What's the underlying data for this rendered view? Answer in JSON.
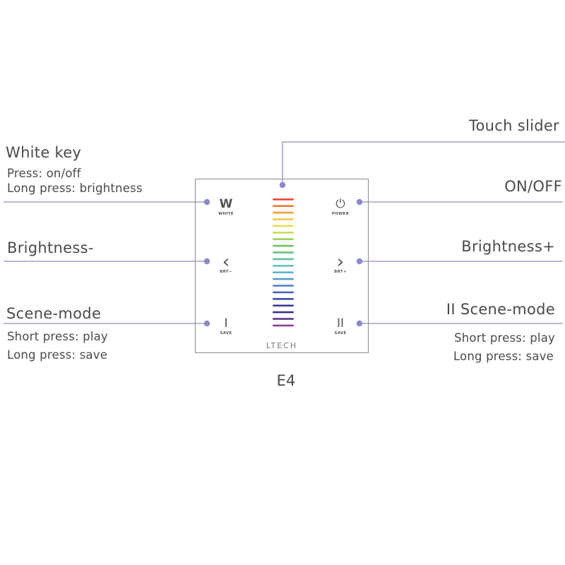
{
  "labels": {
    "touch_slider": "Touch slider",
    "white_key": "White key",
    "white_press": "Press: on/off",
    "white_long": "Long press: brightness",
    "on_off": "ON/OFF",
    "brightness_minus": "Brightness-",
    "brightness_plus": "Brightness+",
    "scene_left": "Scene-mode",
    "scene_left_short": "Short press: play",
    "scene_left_long": "Long press: save",
    "scene_right": "II  Scene-mode",
    "scene_right_short": "Short press: play",
    "scene_right_long": "Long press: save"
  },
  "panel": {
    "keys": {
      "white": {
        "glyph": "W",
        "caption": "WHITE"
      },
      "power": {
        "glyph": "⏻",
        "caption": "POWER"
      },
      "brt_minus": {
        "glyph": "‹",
        "caption": "BRT−"
      },
      "brt_plus": {
        "glyph": "›",
        "caption": "BRT+"
      },
      "save_left": {
        "glyph": "I",
        "caption": "SAVE"
      },
      "save_right": {
        "glyph": "II",
        "caption": "SAVE"
      }
    },
    "brand": "LTECH",
    "slider_colors": [
      "#e84a3a",
      "#ee7a35",
      "#f0a23a",
      "#f0c845",
      "#e9dd55",
      "#c7dd55",
      "#9ed35a",
      "#6fc55e",
      "#5fbf7a",
      "#62c0a3",
      "#66bfc4",
      "#62b0d6",
      "#5b98d2",
      "#4f7fc7",
      "#4766b7",
      "#3f4ea6",
      "#393c96",
      "#3b3188",
      "#552d85",
      "#8a3e9a"
    ]
  },
  "model": "E4",
  "colors": {
    "line": "#8f8fbf",
    "dot": "#8a8ac8"
  }
}
